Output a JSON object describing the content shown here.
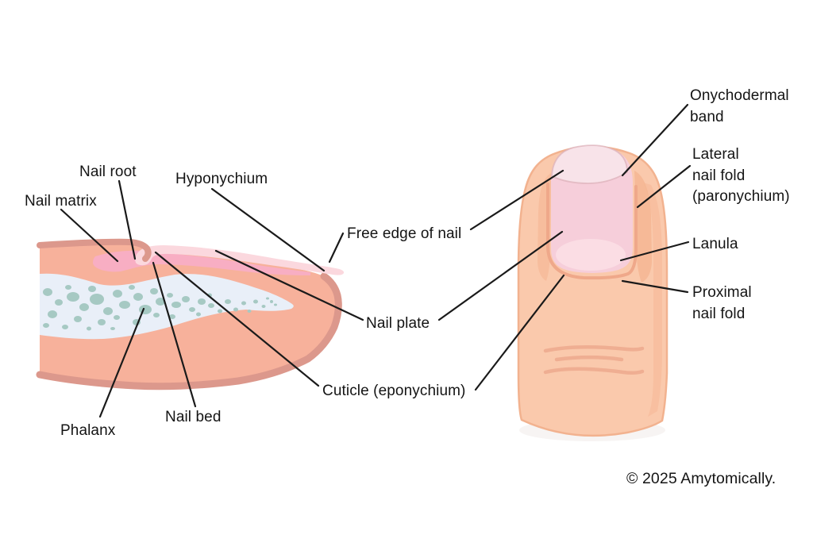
{
  "diagram": {
    "left_panel": {
      "description_labels": {
        "nail_matrix": "Nail matrix",
        "nail_root": "Nail root",
        "hyponychium": "Hyponychium",
        "free_edge": "Free edge of nail",
        "nail_plate": "Nail plate",
        "cuticle": "Cuticle (eponychium)",
        "nail_bed": "Nail bed",
        "phalanx": "Phalanx"
      }
    },
    "right_panel": {
      "description_labels": {
        "onychodermal_band": "Onychodermal\nband",
        "lateral_nail_fold": "Lateral\nnail fold\n(paronychium)",
        "lanula": "Lanula",
        "proximal_nail_fold": "Proximal\nnail fold"
      }
    },
    "copyright": "© 2025 Amytomically."
  },
  "colors": {
    "leader_line": "#1a1a1a",
    "label_text": "#141414",
    "section_skin": "#F7B19B",
    "section_edge": "#DC988C",
    "nail_bed_pink": "#F8AEC3",
    "nail_plate_light": "#FBD8DE",
    "bone_fill": "#E9EFF8",
    "bone_speckle": "#A6C9C3",
    "finger_skin": "#FAC9AC",
    "finger_outline": "#F2B28F",
    "finger_shade": "#F5B693",
    "nail_fold_line": "#EFA88A",
    "nail_plate_top": "#F6CEDA",
    "lunula_fill": "#FBDDE4",
    "free_edge_fill": "#F8E3E9",
    "free_edge_outline": "#DBAFB8",
    "crease_line": "#EFAE92",
    "shadow": "#ECE4E0"
  }
}
